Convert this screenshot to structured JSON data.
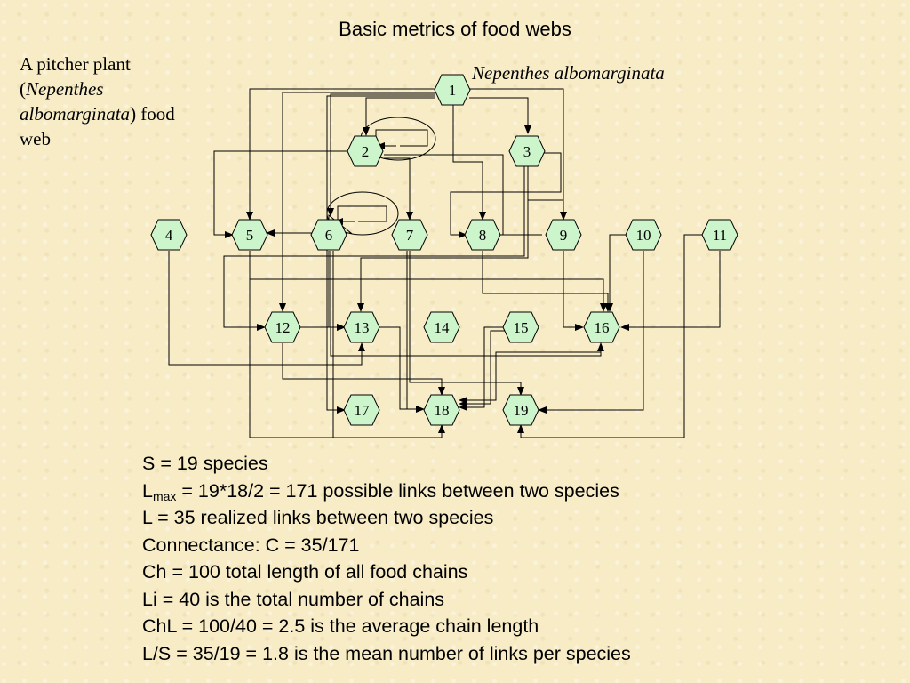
{
  "title": "Basic metrics of food webs",
  "caption": {
    "line1": "A pitcher plant",
    "open_paren": "(",
    "genus": "Nepenthes",
    "species": "albomarginata",
    "close": ") food",
    "last": "web"
  },
  "species_label": "Nepenthes albomarginata",
  "nodes": [
    "1",
    "2",
    "3",
    "4",
    "5",
    "6",
    "7",
    "8",
    "9",
    "10",
    "11",
    "12",
    "13",
    "14",
    "15",
    "16",
    "17",
    "18",
    "19"
  ],
  "metrics": {
    "s": "S = 19 species",
    "lmax_prefix": "L",
    "lmax_sub": "max",
    "lmax_rest": " = 19*18/2 = 171 possible links between two species",
    "l": "L = 35 realized links between two species",
    "connectance": "Connectance: C = 35/171",
    "ch": "Ch = 100 total length of all food chains",
    "li": "Li = 40 is the total number of chains",
    "chl": "ChL = 100/40 = 2.5 is the average chain length",
    "ls": "L/S = 35/19 = 1.8 is the mean number of links per species"
  },
  "colors": {
    "node_fill": "#ccf5cc",
    "line": "#000000",
    "background": "#f7ecc6"
  }
}
